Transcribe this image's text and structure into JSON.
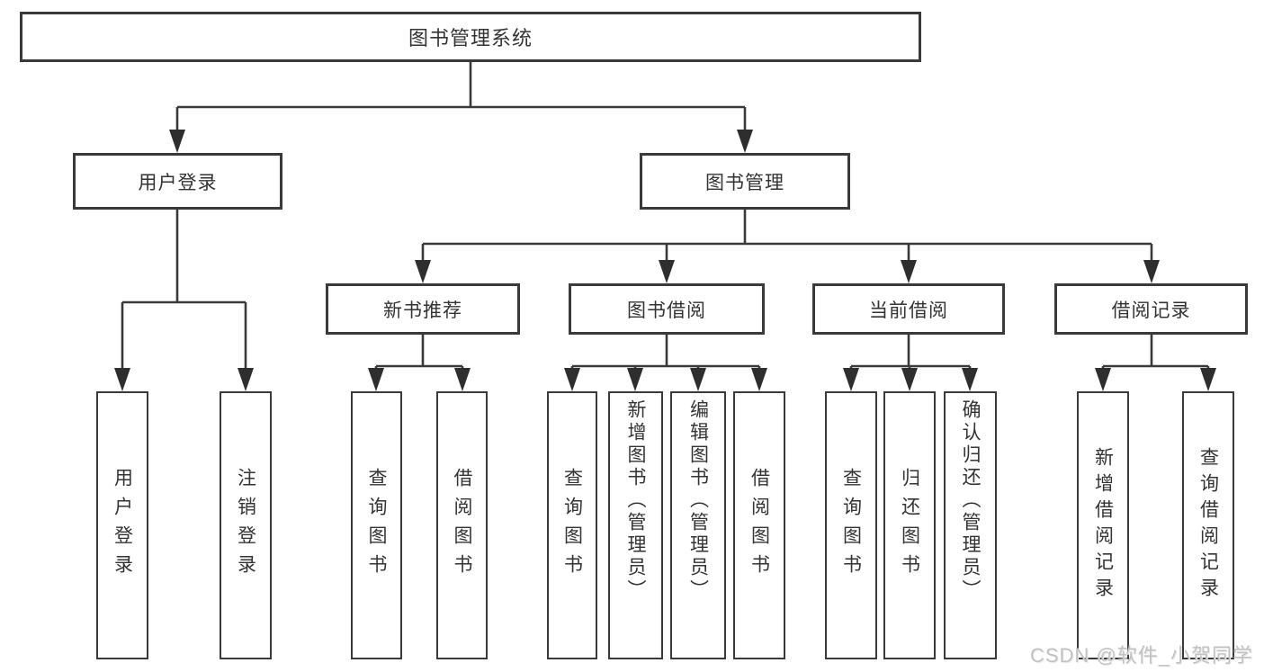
{
  "diagram_title": "图书管理系统",
  "nodes": {
    "root": {
      "label": "图书管理系统"
    },
    "user_login": {
      "label": "用户登录"
    },
    "book_management": {
      "label": "图书管理"
    },
    "new_book_recommend": {
      "label": "新书推荐"
    },
    "book_borrowing": {
      "label": "图书借阅"
    },
    "current_borrowing": {
      "label": "当前借阅"
    },
    "borrowing_records": {
      "label": "借阅记录"
    },
    "leaf_user_login": {
      "label": "用户登录"
    },
    "leaf_logout": {
      "label": "注销登录"
    },
    "leaf_query_books_a": {
      "label": "查询图书"
    },
    "leaf_borrow_books_a": {
      "label": "借阅图书"
    },
    "leaf_query_books_b": {
      "label": "查询图书"
    },
    "leaf_add_books_admin": {
      "label": "新增图书（管理员）"
    },
    "leaf_edit_books_admin": {
      "label": "编辑图书（管理员）"
    },
    "leaf_borrow_books_b": {
      "label": "借阅图书"
    },
    "leaf_query_books_c": {
      "label": "查询图书"
    },
    "leaf_return_books": {
      "label": "归还图书"
    },
    "leaf_confirm_return_admin": {
      "label": "确认归还（管理员）"
    },
    "leaf_add_borrow_record": {
      "label": "新增借阅记录"
    },
    "leaf_query_borrow_record": {
      "label": "查询借阅记录"
    }
  },
  "hierarchy": [
    {
      "parent": "图书管理系统",
      "children": [
        "用户登录",
        "图书管理"
      ]
    },
    {
      "parent": "用户登录",
      "children": [
        "用户登录",
        "注销登录"
      ]
    },
    {
      "parent": "图书管理",
      "children": [
        "新书推荐",
        "图书借阅",
        "当前借阅",
        "借阅记录"
      ]
    },
    {
      "parent": "新书推荐",
      "children": [
        "查询图书",
        "借阅图书"
      ]
    },
    {
      "parent": "图书借阅",
      "children": [
        "查询图书",
        "新增图书（管理员）",
        "编辑图书（管理员）",
        "借阅图书"
      ]
    },
    {
      "parent": "当前借阅",
      "children": [
        "查询图书",
        "归还图书",
        "确认归还（管理员）"
      ]
    },
    {
      "parent": "借阅记录",
      "children": [
        "新增借阅记录",
        "查询借阅记录"
      ]
    }
  ],
  "watermark": "CSDN @软件_小贺同学",
  "colors": {
    "line": "#3a3a3a",
    "box_border": "#3a3a3a",
    "text": "#333333",
    "background": "#ffffff",
    "watermark": "#c2c2c2"
  }
}
